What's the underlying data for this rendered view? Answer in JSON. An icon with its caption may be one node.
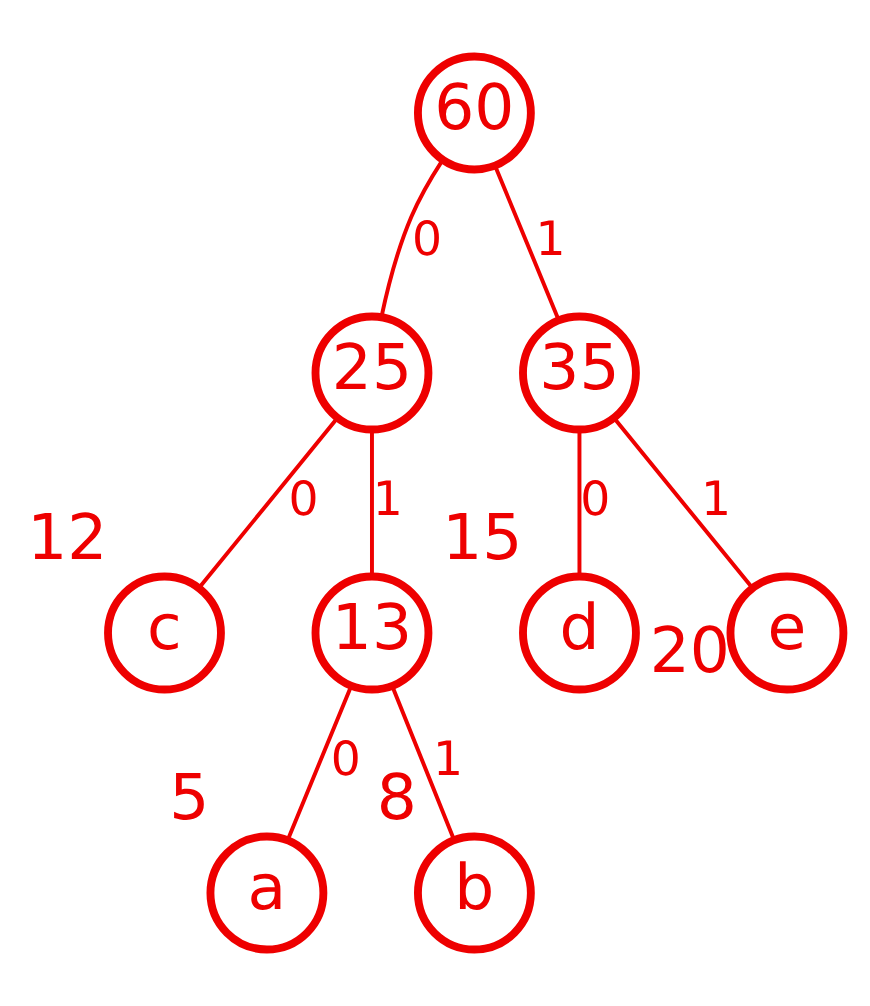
{
  "diagram": {
    "nodes": [
      {
        "text": [
          "60"
        ]
      },
      {
        "text": [
          "25"
        ]
      },
      {
        "text": [
          "35"
        ]
      },
      {
        "text": [
          "c"
        ],
        "beside": [
          "12"
        ]
      },
      {
        "text": [
          "13"
        ]
      },
      {
        "text": [
          "d"
        ],
        "beside": [
          "15"
        ]
      },
      {
        "text": [
          "e"
        ],
        "beside": [
          "20"
        ]
      },
      {
        "text": [
          "a"
        ],
        "beside": [
          "5"
        ]
      },
      {
        "text": [
          "b"
        ],
        "beside": [
          "8"
        ]
      }
    ],
    "edges": [
      {
        "from": 0,
        "to": 1,
        "arrow": "none",
        "label": "0"
      },
      {
        "from": 0,
        "to": 2,
        "arrow": "none",
        "label": "1"
      },
      {
        "from": 1,
        "to": 3,
        "arrow": "none",
        "label": "0"
      },
      {
        "from": 1,
        "to": 4,
        "arrow": "none",
        "label": "1"
      },
      {
        "from": 2,
        "to": 5,
        "arrow": "none",
        "label": "0"
      },
      {
        "from": 2,
        "to": 6,
        "arrow": "none",
        "label": "1"
      },
      {
        "from": 4,
        "to": 7,
        "arrow": "none",
        "label": "0"
      },
      {
        "from": 4,
        "to": 8,
        "arrow": "none",
        "label": "1"
      }
    ]
  }
}
